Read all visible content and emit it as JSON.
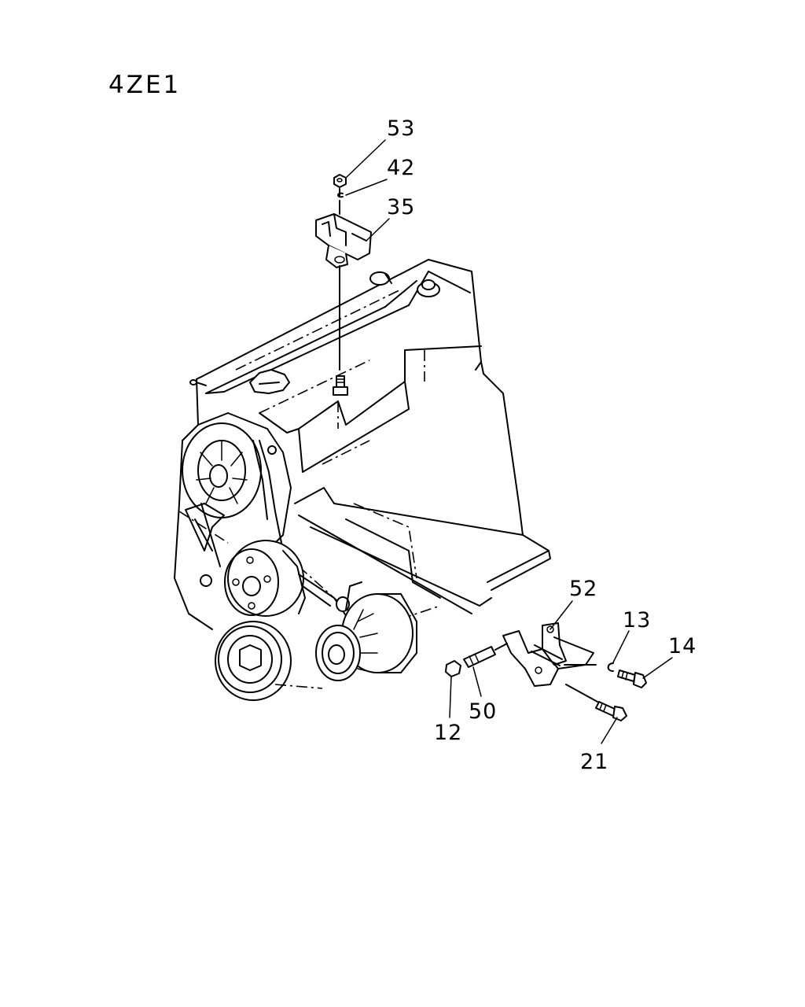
{
  "title": "4ZE1",
  "callouts": [
    {
      "id": "53",
      "text": "53"
    },
    {
      "id": "42",
      "text": "42"
    },
    {
      "id": "35",
      "text": "35"
    },
    {
      "id": "52",
      "text": "52"
    },
    {
      "id": "13",
      "text": "13"
    },
    {
      "id": "14",
      "text": "14"
    },
    {
      "id": "50",
      "text": "50"
    },
    {
      "id": "12",
      "text": "12"
    },
    {
      "id": "21",
      "text": "21"
    }
  ]
}
